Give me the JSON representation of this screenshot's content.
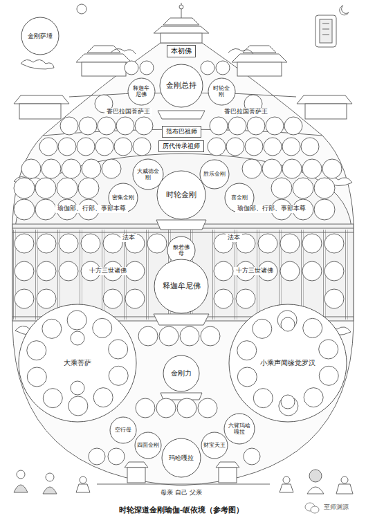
{
  "diagram": {
    "caption": "时轮深道金刚瑜伽-皈依境（参考图）",
    "nodes": [
      {
        "text": [
          "金刚萨埵"
        ]
      },
      {
        "text": [
          "本初佛"
        ]
      },
      {
        "text": [
          "金刚总持"
        ]
      },
      {
        "text": [
          "释迦牟尼佛"
        ]
      },
      {
        "text": [
          "时轮金刚"
        ]
      },
      {
        "text": [
          "范布巴祖师"
        ]
      },
      {
        "text": [
          "历代传承祖师"
        ]
      },
      {
        "text": [
          "大威德金刚"
        ]
      },
      {
        "text": [
          "胜乐金刚"
        ]
      },
      {
        "text": [
          "密集金刚"
        ]
      },
      {
        "text": [
          "时轮金刚"
        ]
      },
      {
        "text": [
          "喜金刚"
        ]
      },
      {
        "text": [
          "般若佛母"
        ]
      },
      {
        "text": [
          "释迦牟尼佛"
        ]
      },
      {
        "text": [
          "大乘菩萨"
        ]
      },
      {
        "text": [
          "小乘声闻缘觉罗汉"
        ]
      },
      {
        "text": [
          "金刚力"
        ]
      },
      {
        "text": [
          "空行母"
        ]
      },
      {
        "text": [
          "六臂玛哈嘎拉"
        ]
      },
      {
        "text": [
          "四面金刚"
        ]
      },
      {
        "text": [
          "财宝天王"
        ]
      },
      {
        "text": [
          "玛哈嘎拉"
        ]
      }
    ],
    "labels": [
      "香巴拉国菩萨王",
      "香巴拉国菩萨王",
      "瑜伽部、行部、事部本尊",
      "瑜伽部、行部、事部本尊",
      "法本",
      "法本",
      "十方三世诸佛",
      "十方三世诸佛",
      "母亲 自己 父亲",
      "至师渊源"
    ]
  }
}
